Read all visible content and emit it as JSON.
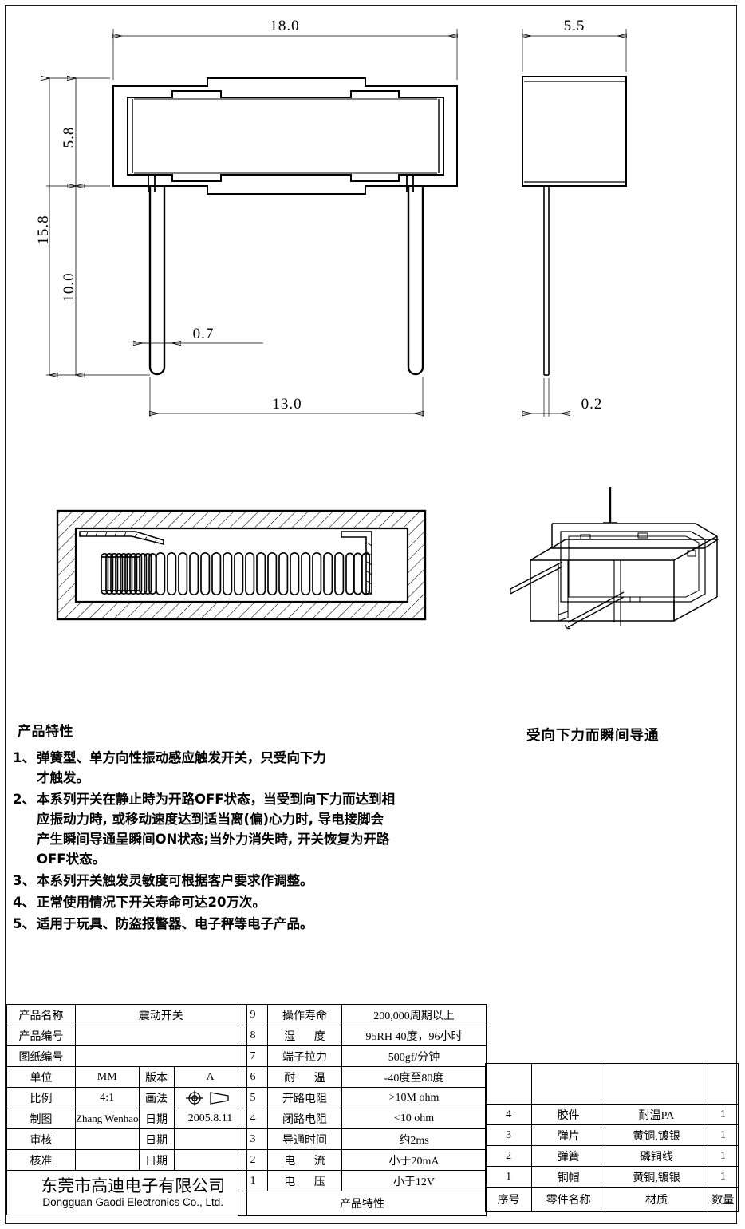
{
  "sheet": {
    "frame_color": "#1a1a1a",
    "background": "#ffffff"
  },
  "drawings": {
    "front_view": {
      "name": "front-view",
      "dimensions": {
        "width": "18.0",
        "body_height": "5.8",
        "total_height": "15.8",
        "pin_length": "10.0",
        "pin_width": "0.7",
        "pin_pitch": "13.0"
      }
    },
    "side_view": {
      "name": "side-view",
      "dimensions": {
        "width": "5.5",
        "pin_thickness": "0.2"
      }
    },
    "section_view": {
      "name": "cross-section-view",
      "label": ""
    },
    "iso_view": {
      "name": "isometric-view",
      "caption": "受向下力而瞬间导通"
    }
  },
  "features": {
    "title": "产品特性",
    "items": [
      {
        "num": "1、",
        "lines": [
          "弹簧型、单方向性振动感应触发开关，只受向下力",
          "才触发。"
        ]
      },
      {
        "num": "2、",
        "lines": [
          "本系列开关在静止時为开路OFF状态，当受到向下力而达到相",
          "应振动力時, 或移动速度达到适当离(偏)心力时, 导电接脚会",
          "产生瞬间导通呈瞬间ON状态;当外力消失時, 开关恢复为开路",
          "OFF状态。"
        ]
      },
      {
        "num": "3、",
        "lines": [
          "本系列开关触发灵敏度可根据客户要求作调整。"
        ]
      },
      {
        "num": "4、",
        "lines": [
          "正常使用情况下开关寿命可达20万次。"
        ]
      },
      {
        "num": "5、",
        "lines": [
          "适用于玩具、防盗报警器、电子秤等电子产品。"
        ]
      }
    ]
  },
  "title_block": {
    "left": {
      "product_name_label": "产品名称",
      "product_name_value": "震动开关",
      "product_code_label": "产品编号",
      "product_code_value": "",
      "drawing_no_label": "图纸编号",
      "drawing_no_value": "",
      "unit_label": "单位",
      "unit_value": "MM",
      "version_label": "版本",
      "version_value": "A",
      "scale_label": "比例",
      "scale_value": "4:1",
      "method_label": "画法",
      "method_value": "projection-symbol",
      "drawn_label": "制图",
      "drawn_value": "Zhang Wenhao",
      "drawn_date_label": "日期",
      "drawn_date_value": "2005.8.11",
      "check_label": "审核",
      "check_value": "",
      "check_date_label": "日期",
      "check_date_value": "",
      "approve_label": "核准",
      "approve_value": "",
      "approve_date_label": "日期",
      "approve_date_value": "",
      "company_cn": "东莞市高迪电子有限公司",
      "company_en": "Dongguan Gaodi Electronics Co., Ltd."
    },
    "specs": {
      "footer_label": "产品特性",
      "rows": [
        {
          "no": "9",
          "item": "操作寿命",
          "value": "200,000周期以上"
        },
        {
          "no": "8",
          "item": "湿 度",
          "value": "95RH 40度，96小时"
        },
        {
          "no": "7",
          "item": "端子拉力",
          "value": "500gf/分钟"
        },
        {
          "no": "6",
          "item": "耐 温",
          "value": "-40度至80度"
        },
        {
          "no": "5",
          "item": "开路电阻",
          "value": ">10M ohm"
        },
        {
          "no": "4",
          "item": "闭路电阻",
          "value": "<10 ohm"
        },
        {
          "no": "3",
          "item": "导通时间",
          "value": "约2ms"
        },
        {
          "no": "2",
          "item": "电 流",
          "value": "小于20mA"
        },
        {
          "no": "1",
          "item": "电 压",
          "value": "小于12V"
        }
      ]
    },
    "parts": {
      "headers": {
        "no": "序号",
        "name": "零件名称",
        "material": "材质",
        "qty": "数量"
      },
      "rows": [
        {
          "no": "4",
          "name": "胶件",
          "material": "耐温PA",
          "qty": "1"
        },
        {
          "no": "3",
          "name": "弹片",
          "material": "黄铜,镀银",
          "qty": "1"
        },
        {
          "no": "2",
          "name": "弹簧",
          "material": "磷铜线",
          "qty": "1"
        },
        {
          "no": "1",
          "name": "铜帽",
          "material": "黄铜,镀银",
          "qty": "1"
        }
      ]
    }
  }
}
